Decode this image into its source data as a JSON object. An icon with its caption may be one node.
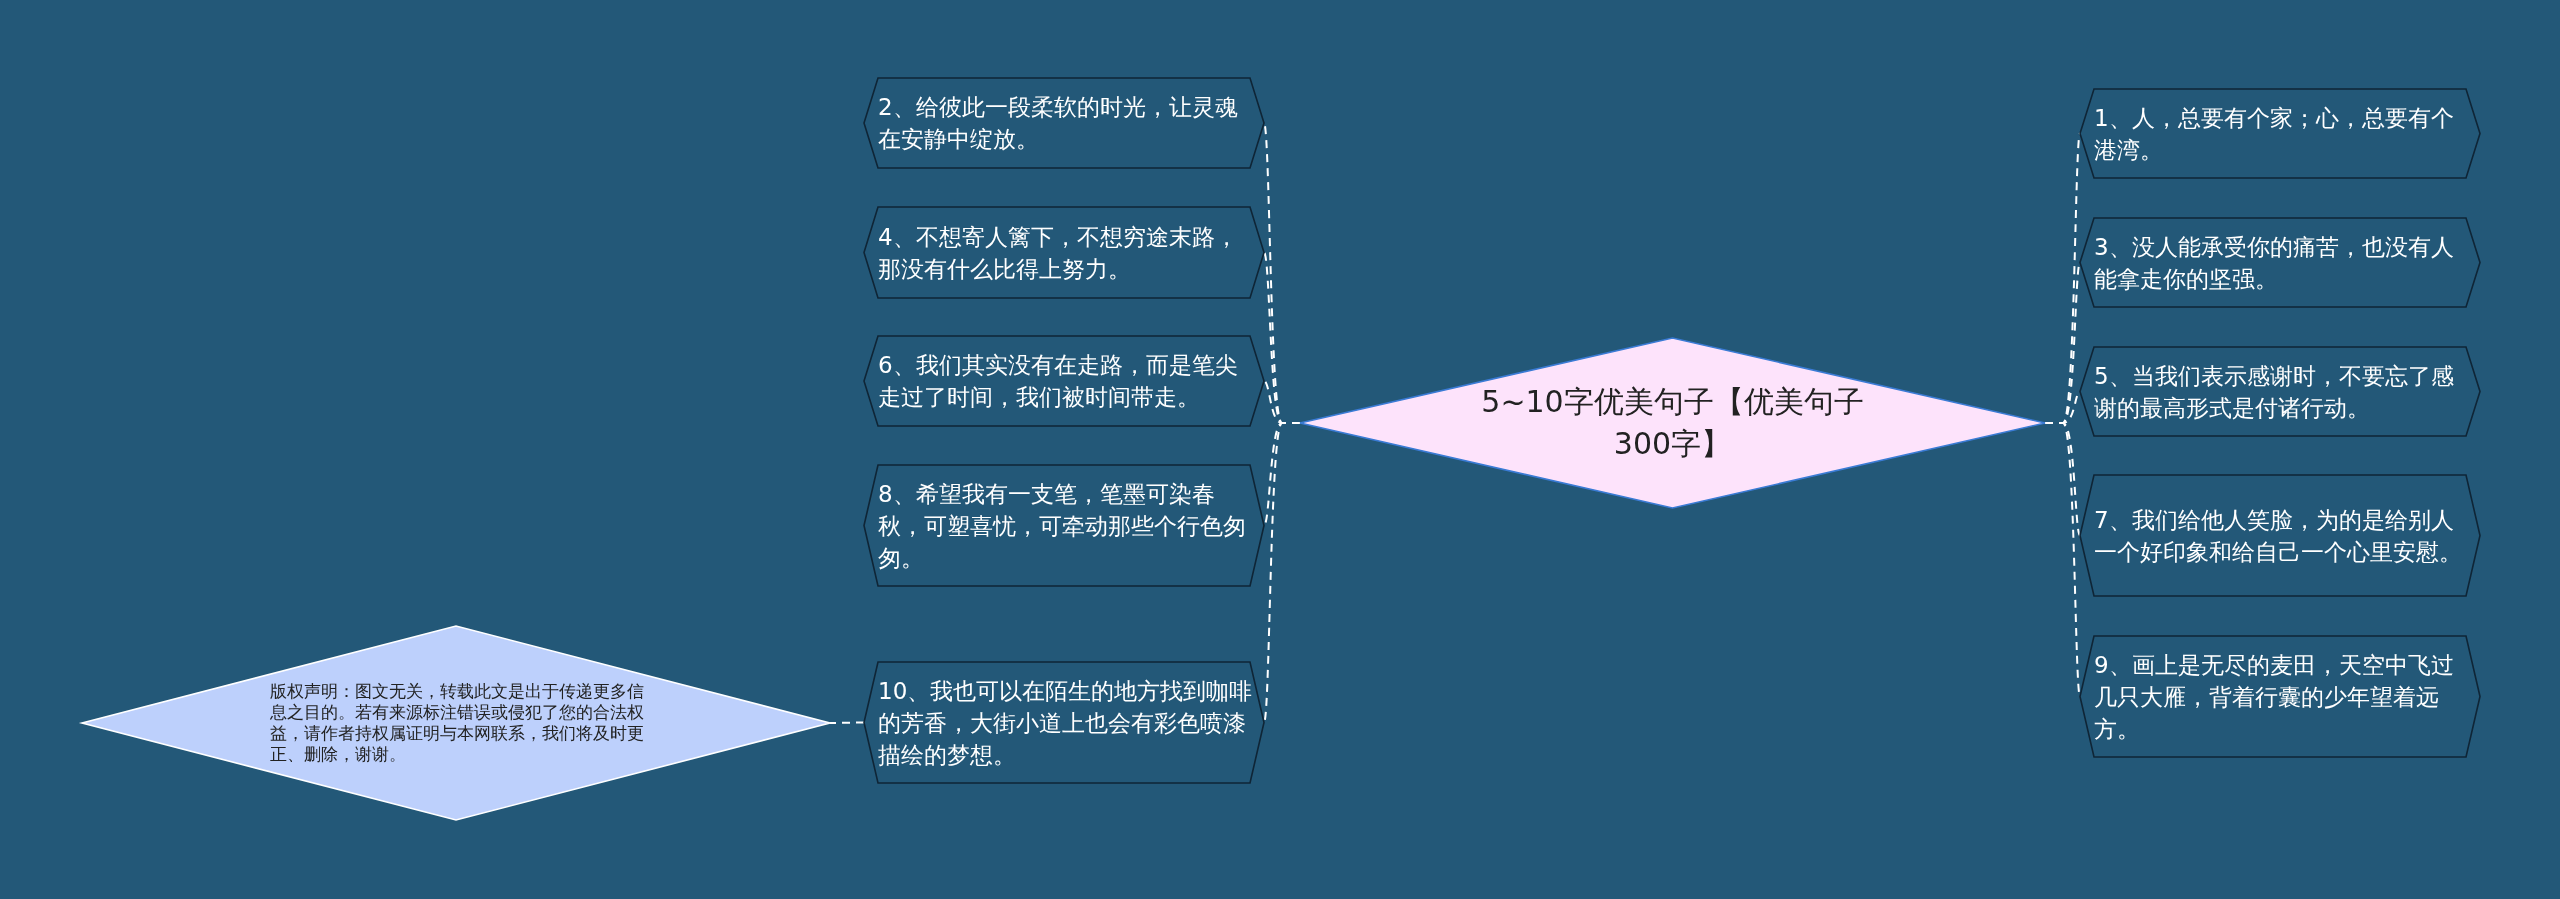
{
  "diagram": {
    "nodes": [
      {
        "text": [
          "5~10字优美句子【优美句子300字】"
        ]
      },
      {
        "text": [
          "1、人，总要有个家；心，总要有个港湾。"
        ]
      },
      {
        "text": [
          "2、给彼此一段柔软的时光，让灵魂在安静中绽放。"
        ]
      },
      {
        "text": [
          "3、没人能承受你的痛苦，也没有人能拿走你的坚强。"
        ]
      },
      {
        "text": [
          "4、不想寄人篱下，不想穷途末路，那没有什么比得上努力。"
        ]
      },
      {
        "text": [
          "5、当我们表示感谢时，不要忘了感谢的最高形式是付诸行动。"
        ]
      },
      {
        "text": [
          "6、我们其实没有在走路，而是笔尖走过了时间，我们被时间带走。"
        ]
      },
      {
        "text": [
          "7、我们给他人笑脸，为的是给别人一个好印象和给自己一个心里安慰。"
        ]
      },
      {
        "text": [
          "8、希望我有一支笔，笔墨可染春秋，可塑喜忧，可牵动那些个行色匆匆。"
        ]
      },
      {
        "text": [
          "9、画上是无尽的麦田，天空中飞过几只大雁，背着行囊的少年望着远方。"
        ]
      },
      {
        "text": [
          "10、我也可以在陌生的地方找到咖啡的芳香，大街小道上也会有彩色喷漆描绘的梦想。"
        ]
      },
      {
        "text": [
          "版权声明：图文无关，转载此文是出于传递更多信息之目的。若有来源标注错误或侵犯了您的合法权益，请作者持权属证明与本网联系，我们将及时更正、删除，谢谢。"
        ]
      }
    ],
    "edges": [
      {
        "from": 0,
        "to": 1,
        "arrow": "none",
        "style": "dashed"
      },
      {
        "from": 0,
        "to": 2,
        "arrow": "none",
        "style": "dashed"
      },
      {
        "from": 0,
        "to": 3,
        "arrow": "none",
        "style": "dashed"
      },
      {
        "from": 0,
        "to": 4,
        "arrow": "none",
        "style": "dashed"
      },
      {
        "from": 0,
        "to": 5,
        "arrow": "none",
        "style": "dashed"
      },
      {
        "from": 0,
        "to": 6,
        "arrow": "none",
        "style": "dashed"
      },
      {
        "from": 0,
        "to": 7,
        "arrow": "none",
        "style": "dashed"
      },
      {
        "from": 0,
        "to": 8,
        "arrow": "none",
        "style": "dashed"
      },
      {
        "from": 0,
        "to": 9,
        "arrow": "none",
        "style": "dashed"
      },
      {
        "from": 0,
        "to": 10,
        "arrow": "none",
        "style": "dashed"
      },
      {
        "from": 10,
        "to": 11,
        "arrow": "none",
        "style": "dashed"
      }
    ]
  }
}
